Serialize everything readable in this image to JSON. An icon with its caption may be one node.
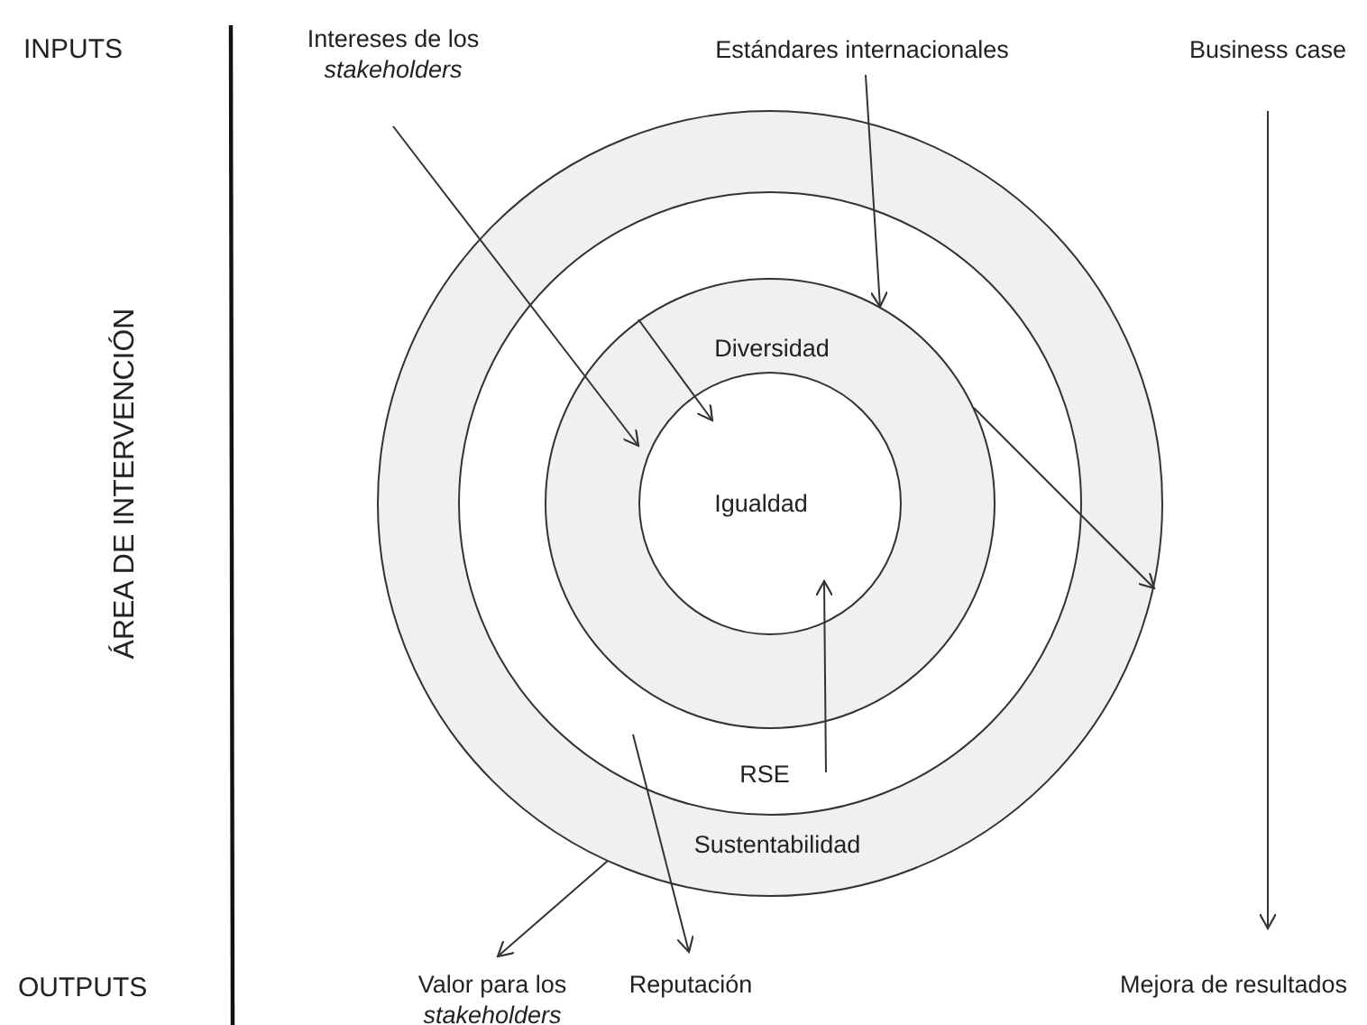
{
  "diagram": {
    "nodes": [
      {
        "text": [
          "Intereses de los *stakeholders*"
        ]
      },
      {
        "text": [
          "Estándares internacionales"
        ]
      },
      {
        "text": [
          "Business case"
        ]
      },
      {
        "text": [
          "Sustentabilidad"
        ]
      },
      {
        "text": [
          "RSE"
        ],
        "in": 3
      },
      {
        "text": [
          "Diversidad"
        ],
        "in": 4
      },
      {
        "text": [
          "Igualdad"
        ],
        "in": 5
      },
      {
        "text": [
          "Valor para los *stakeholders*"
        ]
      },
      {
        "text": [
          "Reputación"
        ]
      },
      {
        "text": [
          "Mejora de resultados"
        ]
      }
    ],
    "edges": [
      {
        "from": 0,
        "to": 6,
        "arrow": "to"
      },
      {
        "from": 5,
        "to": 6,
        "arrow": "to"
      },
      {
        "from": 1,
        "to": 5,
        "arrow": "to"
      },
      {
        "from": 5,
        "to": 3,
        "arrow": "to"
      },
      {
        "from": 4,
        "to": 6,
        "arrow": "to"
      },
      {
        "from": 3,
        "to": 7,
        "arrow": "to"
      },
      {
        "from": 4,
        "to": 8,
        "arrow": "to"
      },
      {
        "from": 2,
        "to": 9,
        "arrow": "to"
      }
    ],
    "labels": [
      "INPUTS",
      "ÁREA DE INTERVENCIÓN",
      "OUTPUTS"
    ]
  }
}
